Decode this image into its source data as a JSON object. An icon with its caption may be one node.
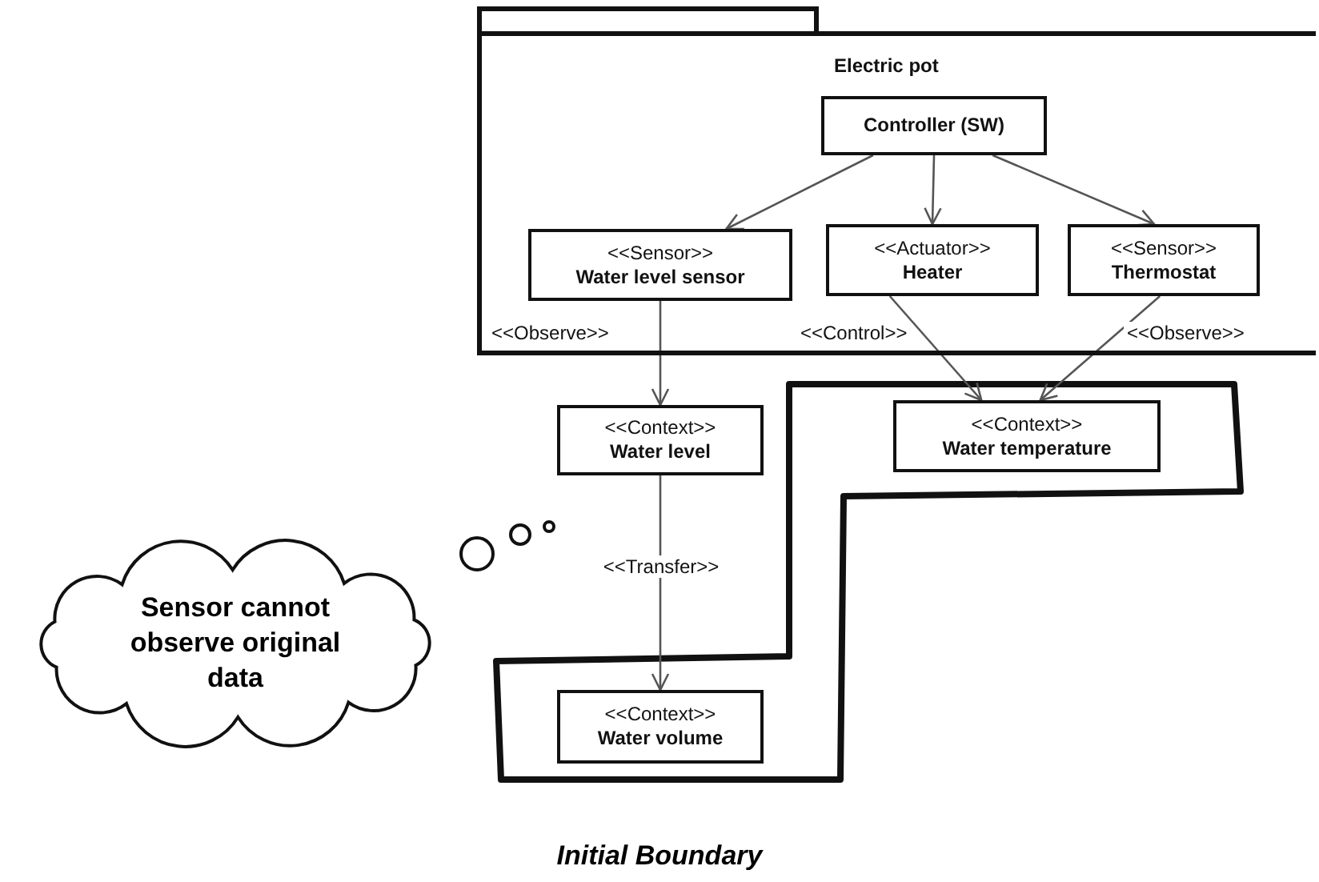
{
  "diagram": {
    "caption": "Initial Boundary",
    "nodes": [
      {
        "text": [
          "Electric pot"
        ]
      },
      {
        "text": [
          "Controller (SW)"
        ],
        "in": 0
      },
      {
        "text": [
          "<<Sensor>>",
          "Water level sensor"
        ],
        "in": 0
      },
      {
        "text": [
          "<<Actuator>>",
          "Heater"
        ],
        "in": 0
      },
      {
        "text": [
          "<<Sensor>>",
          "Thermostat"
        ],
        "in": 0
      },
      {
        "text": [
          "<<Context>>",
          "Water level"
        ]
      },
      {
        "text": [
          "<<Context>>",
          "Water temperature"
        ]
      },
      {
        "text": [
          "<<Context>>",
          "Water volume"
        ]
      },
      {
        "text": [
          "Sensor cannot observe original data"
        ]
      }
    ],
    "edges": [
      {
        "from": 1,
        "to": 2,
        "arrow": "to"
      },
      {
        "from": 1,
        "to": 3,
        "arrow": "to"
      },
      {
        "from": 1,
        "to": 4,
        "arrow": "to"
      },
      {
        "from": 2,
        "to": 5,
        "arrow": "to",
        "label": "<<Observe>>"
      },
      {
        "from": 3,
        "to": 6,
        "arrow": "to",
        "label": "<<Control>>"
      },
      {
        "from": 4,
        "to": 6,
        "arrow": "to",
        "label": "<<Observe>>"
      },
      {
        "from": 5,
        "to": 7,
        "arrow": "to",
        "label": "<<Transfer>>"
      }
    ]
  }
}
